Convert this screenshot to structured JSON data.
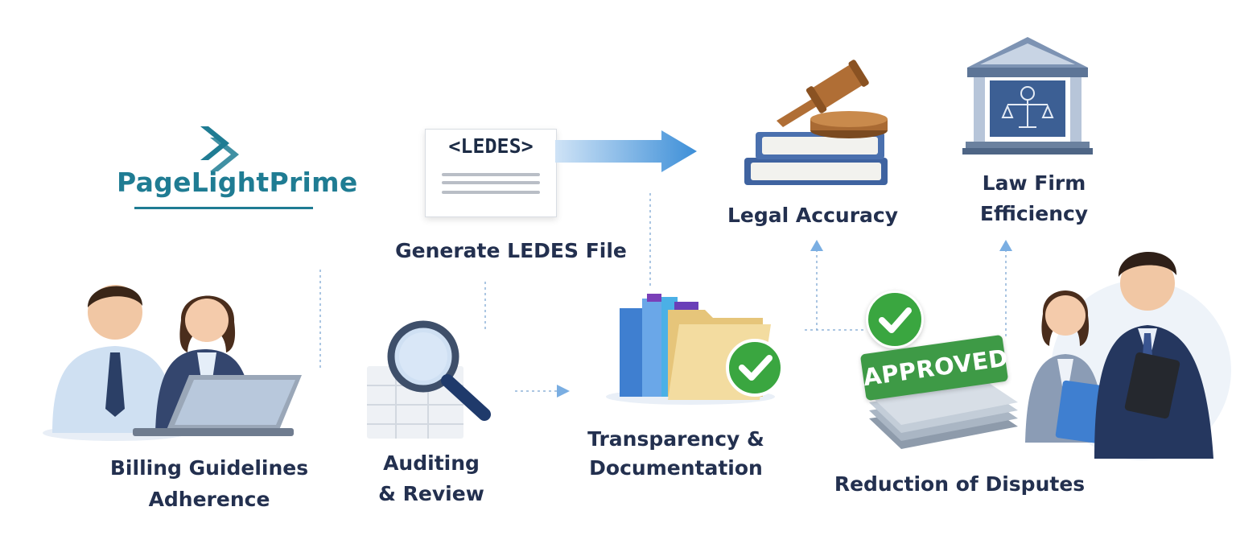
{
  "logo": {
    "brand": "PageLightPrime",
    "color": "#1f7c93"
  },
  "doc_card": {
    "tag": "<LEDES>"
  },
  "steps": {
    "generate": "Generate LEDES File",
    "billing_line1": "Billing Guidelines",
    "billing_line2": "Adherence",
    "auditing_line1": "Auditing",
    "auditing_line2": "& Review",
    "transparency_line1": "Transparency &",
    "transparency_line2": "Documentation",
    "legal": "Legal Accuracy",
    "efficiency_line1": "Law Firm",
    "efficiency_line2": "Efficiency",
    "disputes": "Reduction of Disputes"
  },
  "stamp": {
    "text": "APPROVED"
  },
  "colors": {
    "text": "#23304f",
    "accent_blue": "#3d8fd8",
    "check_green": "#3aa640",
    "stamp_green": "#3e9a46"
  }
}
